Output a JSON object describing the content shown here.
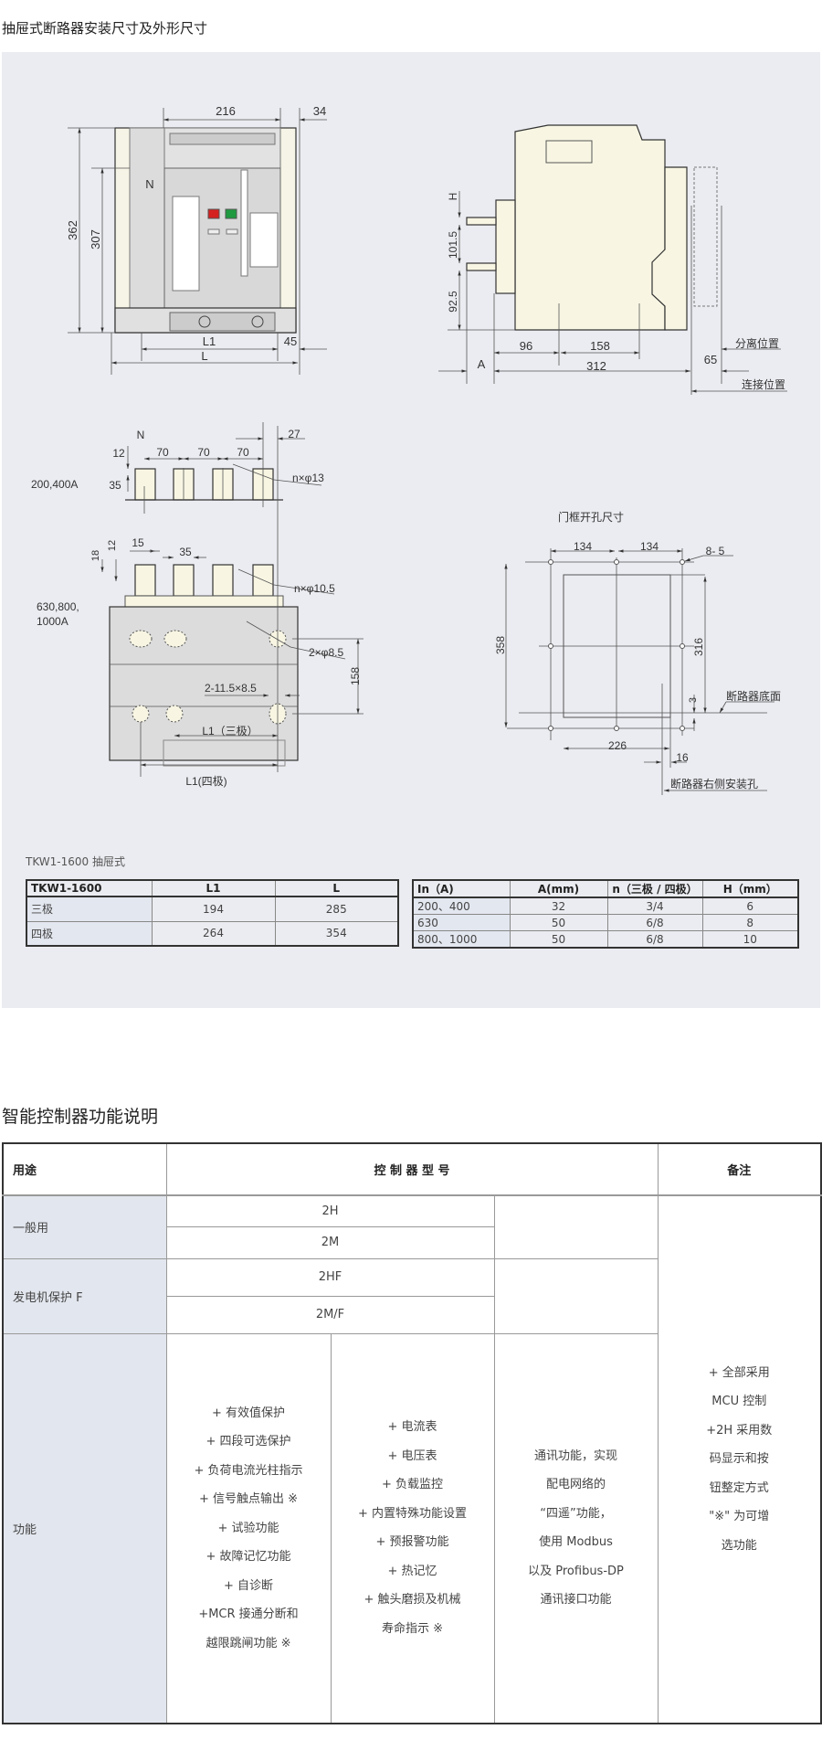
{
  "section1_title": "抽屉式断路器安装尺寸及外形尺寸",
  "front_view": {
    "dim_216": "216",
    "dim_34": "34",
    "dim_362": "362",
    "dim_307": "307",
    "label_n": "N",
    "dim_l1": "L1",
    "dim_l": "L",
    "dim_45": "45"
  },
  "side_view": {
    "dim_h": "H",
    "dim_101_5": "101.5",
    "dim_92_5": "92.5",
    "dim_a": "A",
    "dim_96": "96",
    "dim_158": "158",
    "dim_312": "312",
    "dim_65": "65",
    "separate_position": "分离位置",
    "connect_position": "连接位置"
  },
  "terminal_view": {
    "label_n": "N",
    "rating_small": "200,400A",
    "dim_12": "12",
    "dim_70": "70",
    "dim_27": "27",
    "dim_35": "35",
    "hole_13": "n×φ13",
    "rating_large_1": "630,800,",
    "rating_large_2": "1000A",
    "dim_15": "15",
    "dim_35b": "35",
    "dim_18": "18",
    "dim_12b": "12",
    "hole_10_5": "n×φ10.5",
    "hole_8_5": "2×φ8.5",
    "dim_158": "158",
    "slot": "2-11.5×8.5",
    "l1_three": "L1（三极）",
    "l1_four": "L1(四极)"
  },
  "door_cutout": {
    "title": "门框开孔尺寸",
    "dim_134a": "134",
    "dim_134b": "134",
    "holes": "8- 5",
    "dim_358": "358",
    "dim_316": "316",
    "bottom_face": "断路器底面",
    "dim_3": "3",
    "dim_226": "226",
    "dim_16": "16",
    "right_hole": "断路器右侧安装孔"
  },
  "tkw_label": "TKW1-1600 抽屉式",
  "table_l": {
    "headers": [
      "TKW1-1600",
      "L1",
      "L"
    ],
    "rows": [
      [
        "三极",
        "194",
        "285"
      ],
      [
        "四极",
        "264",
        "354"
      ]
    ]
  },
  "table_in": {
    "headers": [
      "In（A)",
      "A(mm)",
      "n（三极 / 四极）",
      "H（mm）"
    ],
    "rows": [
      [
        "200、400",
        "32",
        "3/4",
        "6"
      ],
      [
        "630",
        "50",
        "6/8",
        "8"
      ],
      [
        "800、1000",
        "50",
        "6/8",
        "10"
      ]
    ]
  },
  "section2_title": "智能控制器功能说明",
  "func_table": {
    "headers": {
      "usage": "用途",
      "model": "控 制 器 型 号",
      "remark": "备注"
    },
    "general": "一般用",
    "m_2h": "2H",
    "m_2m": "2M",
    "generator": "发电机保护 F",
    "m_2hf": "2HF",
    "m_2mf": "2M/F",
    "function": "功能",
    "col1": [
      "+ 有效值保护",
      "+ 四段可选保护",
      "+ 负荷电流光柱指示",
      "+ 信号触点输出 ※",
      "+ 试验功能",
      "+ 故障记忆功能",
      "+ 自诊断",
      "+MCR 接通分断和",
      "越限跳闸功能 ※"
    ],
    "col2": [
      "+ 电流表",
      "+ 电压表",
      "+ 负载监控",
      "+ 内置特殊功能设置",
      "+ 预报警功能",
      "+ 热记忆",
      "+ 触头磨损及机械",
      "寿命指示 ※"
    ],
    "col3": [
      "通讯功能，实现",
      "配电网络的",
      "“四遥”功能，",
      "使用 Modbus",
      "以及 Profibus-DP",
      "通讯接口功能"
    ],
    "remark": [
      "+ 全部采用",
      "MCU 控制",
      "+2H 采用数",
      "码显示和按",
      "钮整定方式",
      "\"※\" 为可增",
      "选功能"
    ]
  }
}
